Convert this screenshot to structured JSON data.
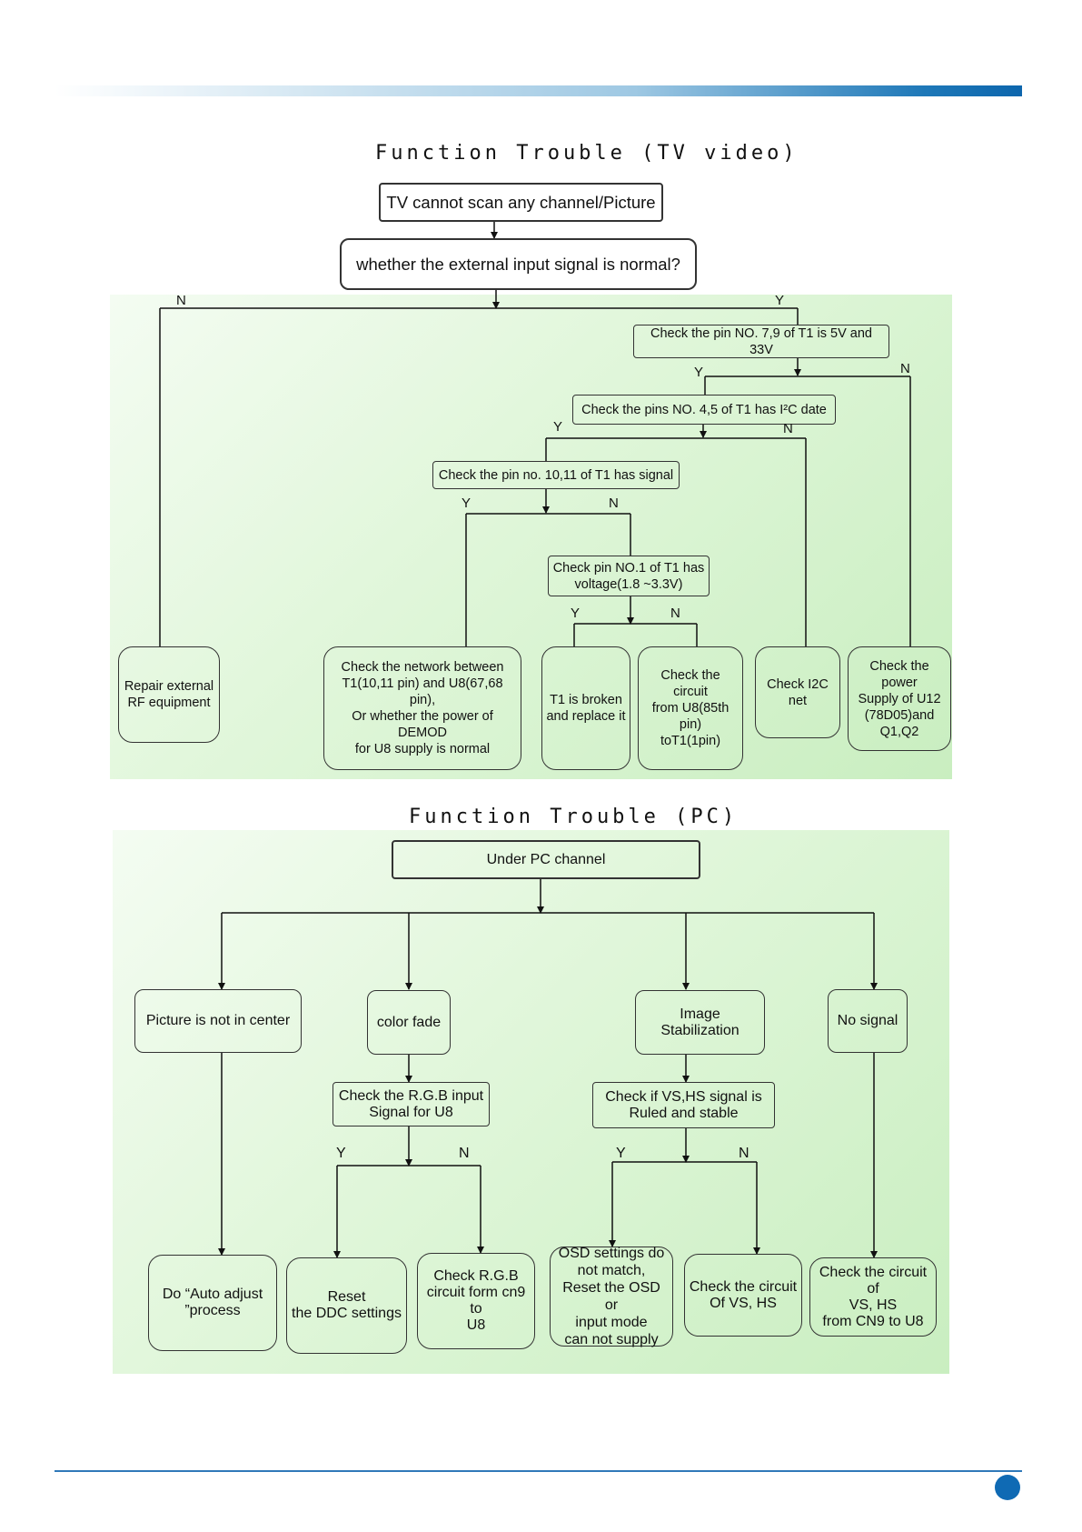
{
  "tv": {
    "title": "Function Trouble (TV video)",
    "start": "TV cannot scan any channel/Picture",
    "q_external": "whether the external input signal is normal?",
    "q_pin79": "Check the pin NO. 7,9 of T1 is 5V and 33V",
    "q_pin45": "Check the pins NO. 4,5 of T1 has I²C date",
    "q_pin1011": "Check the pin no. 10,11 of T1 has signal",
    "q_pin1": "Check pin NO.1 of T1 has\nvoltage(1.8 ~3.3V)",
    "r_repair_rf": "Repair external\nRF equipment",
    "r_network": "Check the network between\nT1(10,11 pin) and U8(67,68 pin),\nOr whether the power of DEMOD\nfor U8 supply is normal",
    "r_t1_broken": "T1 is broken\nand replace it",
    "r_circuit_u8": "Check the circuit\nfrom U8(85th pin)\ntoT1(1pin)",
    "r_i2c": "Check I2C net",
    "r_power_u12": "Check the  power\nSupply of U12\n(78D05)and\nQ1,Q2",
    "labels": {
      "ext_n": "N",
      "ext_y": "Y",
      "p79_y": "Y",
      "p79_n": "N",
      "p45_y": "Y",
      "p45_n": "N",
      "p1011_y": "Y",
      "p1011_n": "N",
      "p1_y": "Y",
      "p1_n": "N"
    }
  },
  "pc": {
    "title": "Function Trouble (PC)",
    "start": "Under PC channel",
    "b_center": "Picture is not in center",
    "b_colorfade": "color fade",
    "b_stabilization": "Image Stabilization",
    "b_nosignal": "No signal",
    "q_rgb": "Check the   R.G.B input\nSignal for U8",
    "q_vshs": "Check if VS,HS signal is\nRuled and stable",
    "r_auto": "Do “Auto adjust\n”process",
    "r_ddc": "Reset\nthe DDC settings",
    "r_rgb_circuit": "Check R.G.B\ncircuit form cn9 to\nU8",
    "r_osd": "OSD settings do\nnot match,\nReset the OSD or\ninput mode\ncan not supply",
    "r_vshs_circuit": "Check the circuit\nOf  VS, HS",
    "r_cn9": "Check the circuit of\nVS, HS\nfrom CN9 to U8",
    "labels": {
      "rgb_y": "Y",
      "rgb_n": "N",
      "vs_y": "Y",
      "vs_n": "N"
    }
  }
}
